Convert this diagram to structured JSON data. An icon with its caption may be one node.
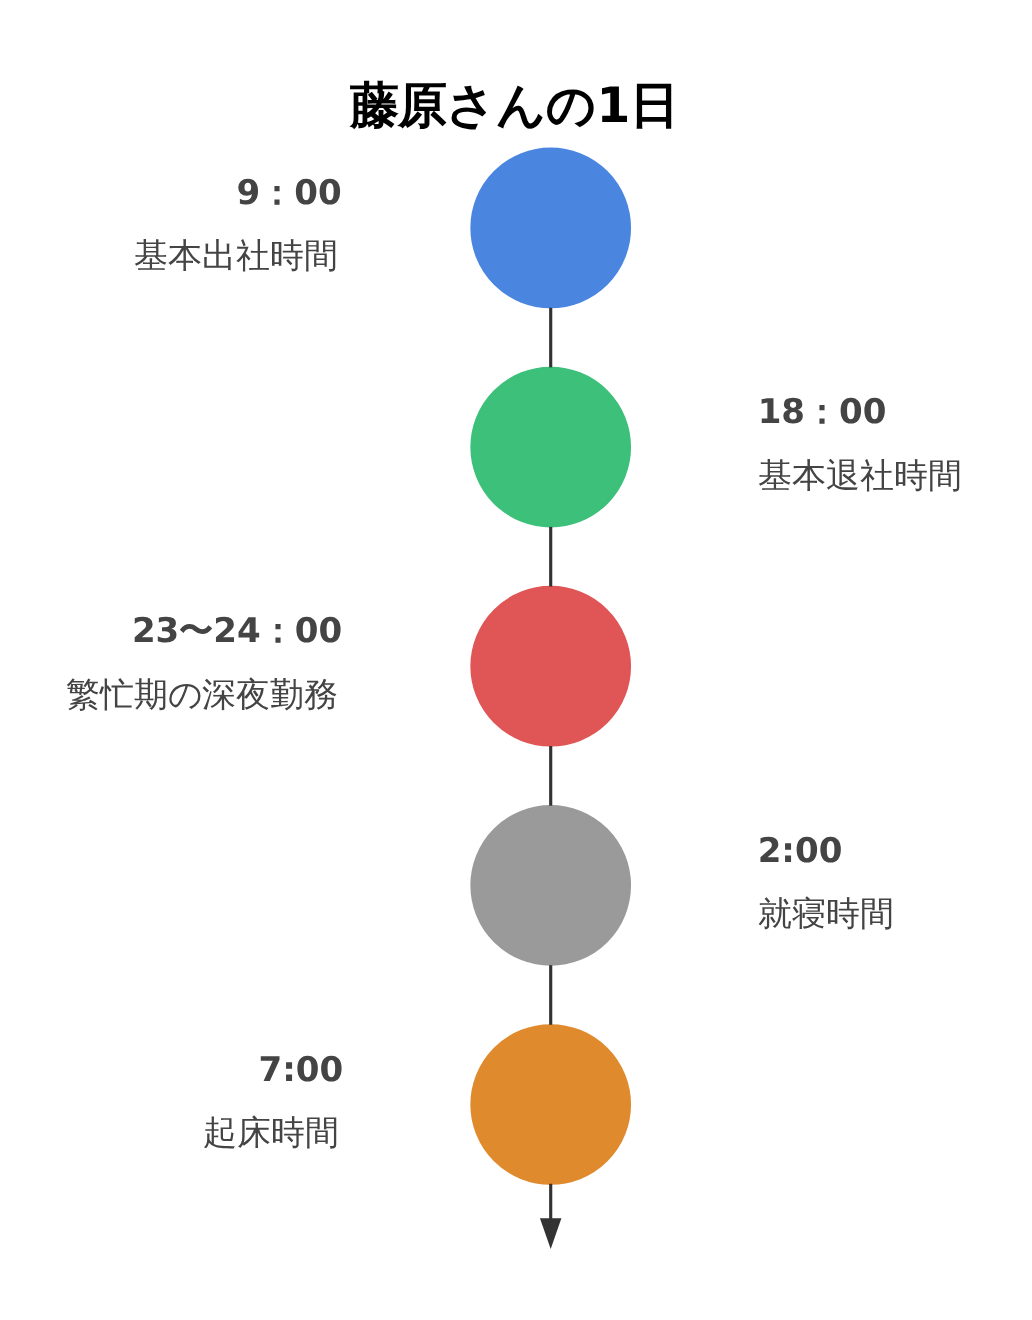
{
  "diagram": {
    "title": "藤原さんの1日",
    "nodes": [
      {
        "text": [],
        "shape": "circle",
        "beside": [
          "9：00",
          "基本出社時間"
        ]
      },
      {
        "text": [],
        "shape": "circle",
        "beside": [
          "18：00",
          "基本退社時間"
        ]
      },
      {
        "text": [],
        "shape": "circle",
        "beside": [
          "23〜24：00",
          "繁忙期の深夜勤務"
        ]
      },
      {
        "text": [],
        "shape": "circle",
        "beside": [
          "2:00",
          "就寝時間"
        ]
      },
      {
        "text": [],
        "shape": "circle",
        "beside": [
          "7:00",
          "起床時間"
        ]
      }
    ],
    "edges": [
      {
        "from": 0,
        "to": 1,
        "arrow": "none"
      },
      {
        "from": 1,
        "to": 2,
        "arrow": "none"
      },
      {
        "from": 2,
        "to": 3,
        "arrow": "none"
      },
      {
        "from": 3,
        "to": 4,
        "arrow": "none"
      },
      {
        "from": 4,
        "to": null,
        "arrow": "to"
      }
    ]
  }
}
